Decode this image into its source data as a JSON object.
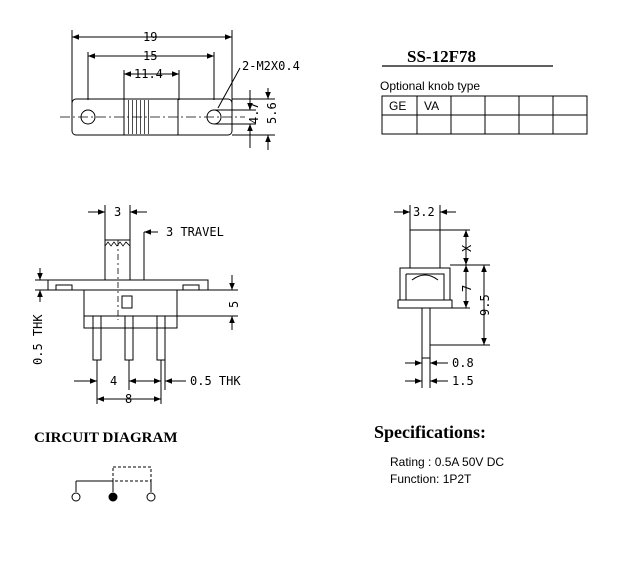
{
  "part_number": "SS-12F78",
  "knob_table": {
    "caption": "Optional knob type",
    "cells": [
      "GE",
      "VA",
      "",
      "",
      "",
      "",
      "",
      ""
    ]
  },
  "top_view": {
    "dim_overall": "19",
    "dim_holes": "15",
    "dim_slot": "11.4",
    "dim_screw": "2-M2X0.4",
    "dim_h1": "4.7",
    "dim_h2": "5.6"
  },
  "front_view": {
    "dim_knob_width": "3",
    "dim_travel": "3 TRAVEL",
    "dim_height": "5",
    "dim_thk_left": "0.5 THK",
    "dim_pin_pitch": "4",
    "dim_thk_right": "0.5 THK",
    "dim_pin_span": "8"
  },
  "side_view": {
    "dim_knob_width": "3.2",
    "dim_x": "X",
    "dim_7": "7",
    "dim_9_5": "9.5",
    "dim_0_8": "0.8",
    "dim_1_5": "1.5"
  },
  "circuit": {
    "title": "CIRCUIT DIAGRAM"
  },
  "specifications": {
    "heading": "Specifications:",
    "rating": "Rating : 0.5A 50V DC",
    "function": "Function: 1P2T"
  }
}
